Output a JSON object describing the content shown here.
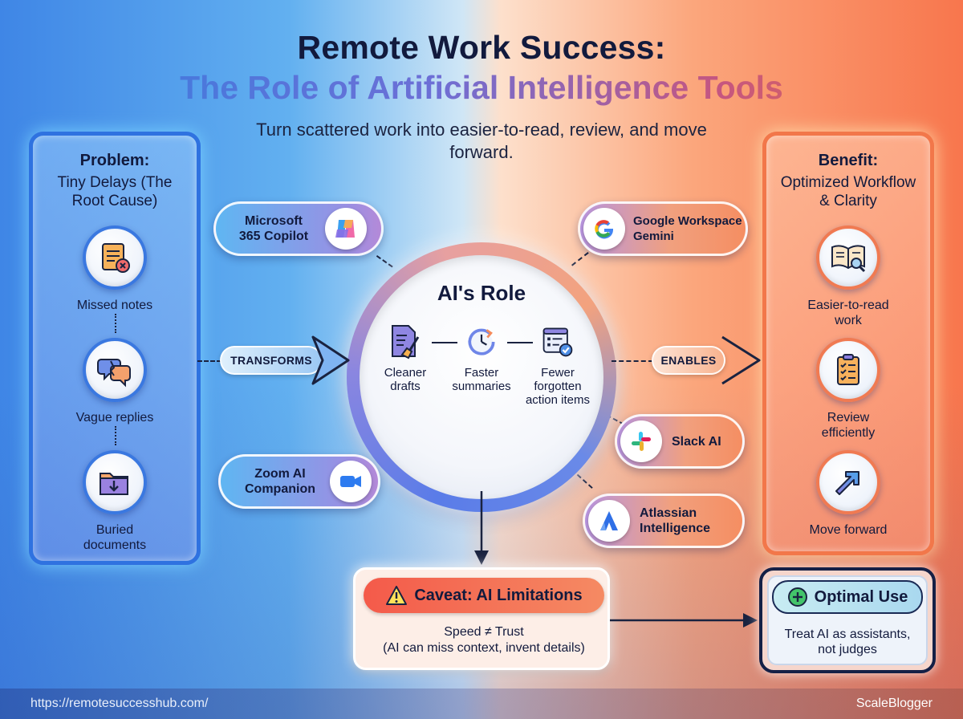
{
  "header": {
    "title_line1": "Remote Work Success:",
    "title_line2": "The Role of Artificial Intelligence Tools",
    "subtitle": "Turn scattered work into easier-to-read, review, and move forward."
  },
  "problem_panel": {
    "heading": "Problem:",
    "subheading": "Tiny Delays (The Root Cause)",
    "items": [
      {
        "label": "Missed notes",
        "icon": "notepad-x-icon"
      },
      {
        "label": "Vague replies",
        "icon": "broken-chat-icon"
      },
      {
        "label": "Buried documents",
        "icon": "folder-download-icon"
      }
    ]
  },
  "benefit_panel": {
    "heading": "Benefit:",
    "subheading": "Optimized Workflow & Clarity",
    "items": [
      {
        "label": "Easier-to-read work",
        "icon": "book-magnifier-icon"
      },
      {
        "label": "Review efficiently",
        "icon": "checklist-icon"
      },
      {
        "label": "Move forward",
        "icon": "arrow-up-right-icon"
      }
    ]
  },
  "center": {
    "title": "AI's Role",
    "items": [
      {
        "label": "Cleaner drafts",
        "icon": "document-brush-icon"
      },
      {
        "label": "Faster summaries",
        "icon": "clock-refresh-icon"
      },
      {
        "label": "Fewer forgotten action items",
        "icon": "task-list-check-icon"
      }
    ]
  },
  "tools": {
    "copilot": "Microsoft 365 Copilot",
    "gemini": "Google Workspace Gemini",
    "zoom": "Zoom AI Companion",
    "slack": "Slack AI",
    "atlassian": "Atlassian Intelligence"
  },
  "flow": {
    "transforms": "TRANSFORMS",
    "enables": "ENABLES"
  },
  "caveat": {
    "title": "Caveat: AI Limitations",
    "line1": "Speed ≠ Trust",
    "line2": "(AI can miss context, invent details)"
  },
  "optimal": {
    "title": "Optimal Use",
    "body": "Treat AI as assistants, not judges"
  },
  "footer": {
    "url": "https://remotesuccesshub.com/",
    "brand": "ScaleBlogger"
  },
  "colors": {
    "navy": "#121a3d",
    "blue_panel": "#2f72e0",
    "orange_panel": "#f2774a",
    "caveat_red": "#f45a4a"
  }
}
